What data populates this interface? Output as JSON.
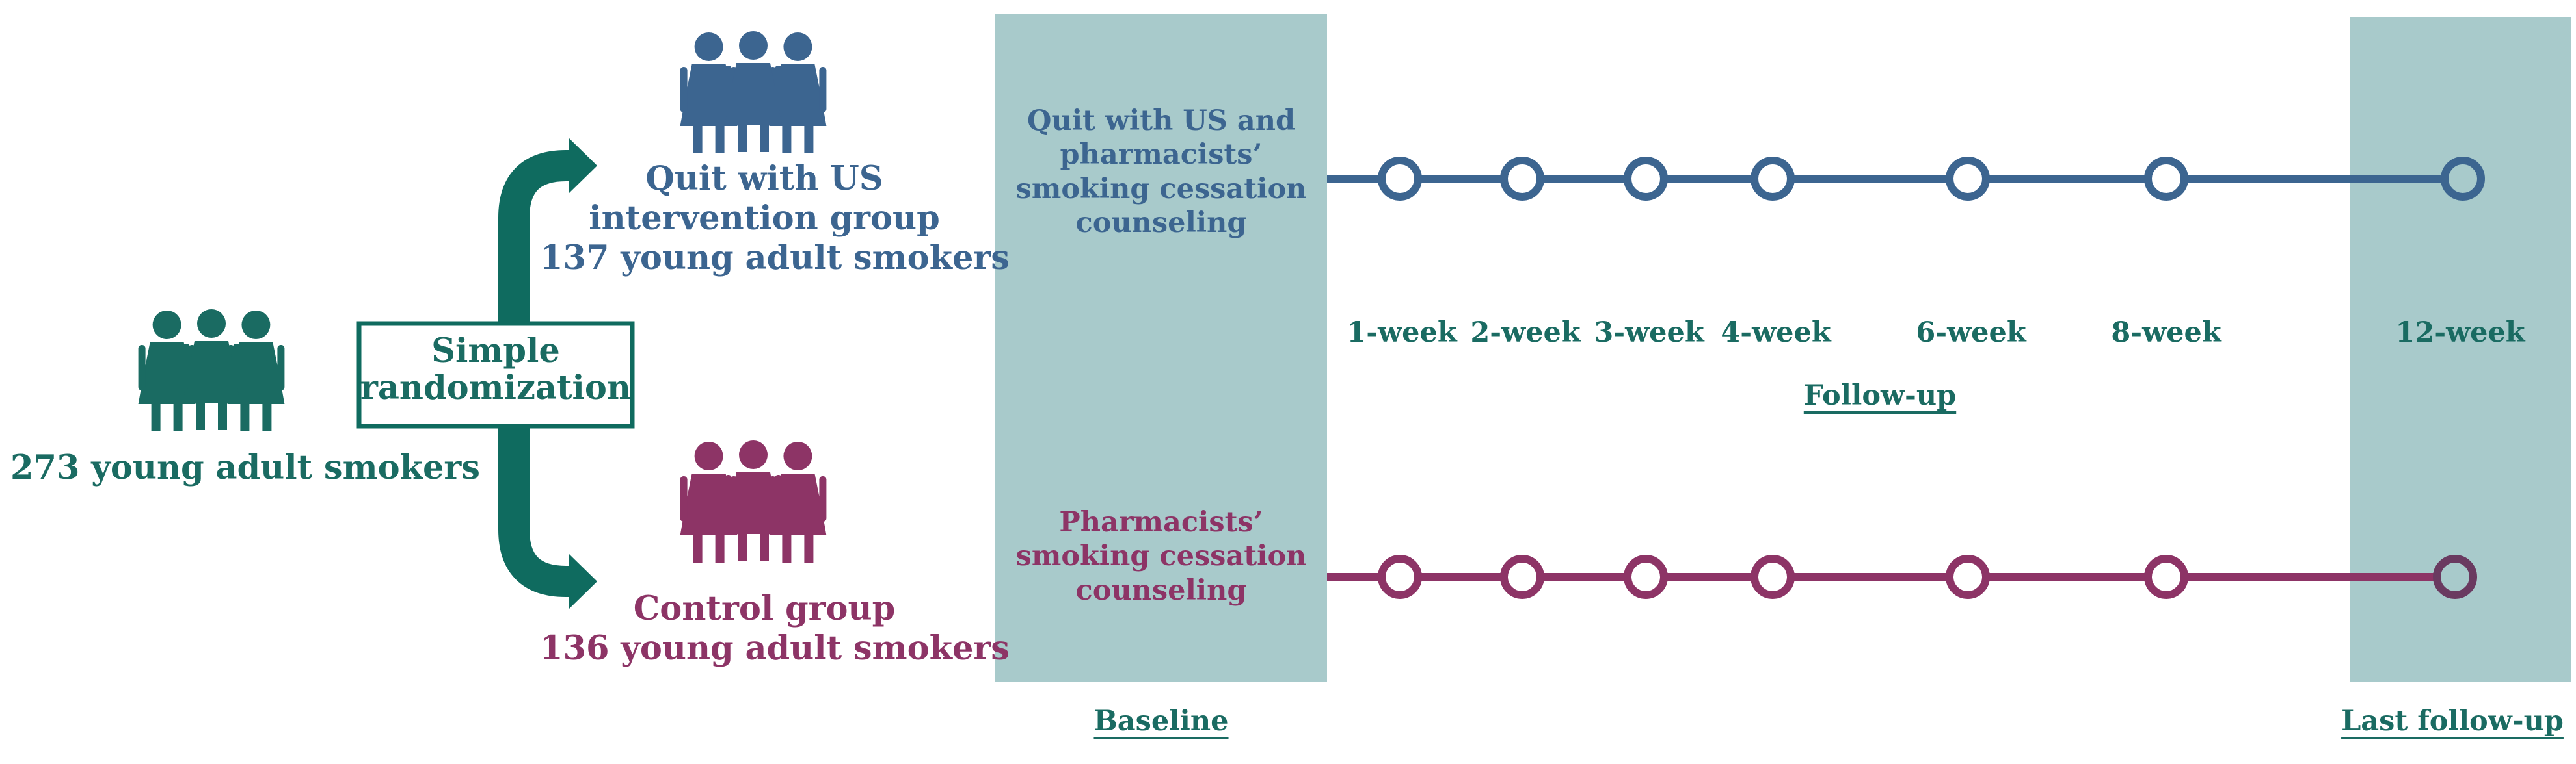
{
  "colors": {
    "teal": "#1a6b62",
    "blue": "#3c6590",
    "magenta": "#8d3466",
    "panel": "#a8cacb",
    "arrow": "#0f6b5f"
  },
  "icons": {
    "people": "three-women-icon",
    "arrow": "split-arrow-icon",
    "milestone": "circle-node-icon"
  },
  "participants": {
    "total": "273 young adult smokers"
  },
  "randomization": {
    "line1": "Simple",
    "line2": "randomization"
  },
  "groups": {
    "intervention": {
      "line1": "Quit with US",
      "line2": "intervention group",
      "line3": "137 young adult smokers"
    },
    "control": {
      "line1": "Control group",
      "line2": "136 young adult smokers"
    }
  },
  "baseline_labels": {
    "intervention": {
      "line1": "Quit with US and",
      "line2": "pharmacists’",
      "line3": "smoking cessation",
      "line4": "counseling"
    },
    "control": {
      "line1": "Pharmacists’",
      "line2": "smoking cessation",
      "line3": "counseling"
    }
  },
  "timeline": {
    "weeks": [
      "1-week",
      "2-week",
      "3-week",
      "4-week",
      "6-week",
      "8-week",
      "12-week"
    ],
    "followup_label": "Follow-up",
    "baseline_label": "Baseline",
    "last_followup_label": "Last follow-up"
  }
}
